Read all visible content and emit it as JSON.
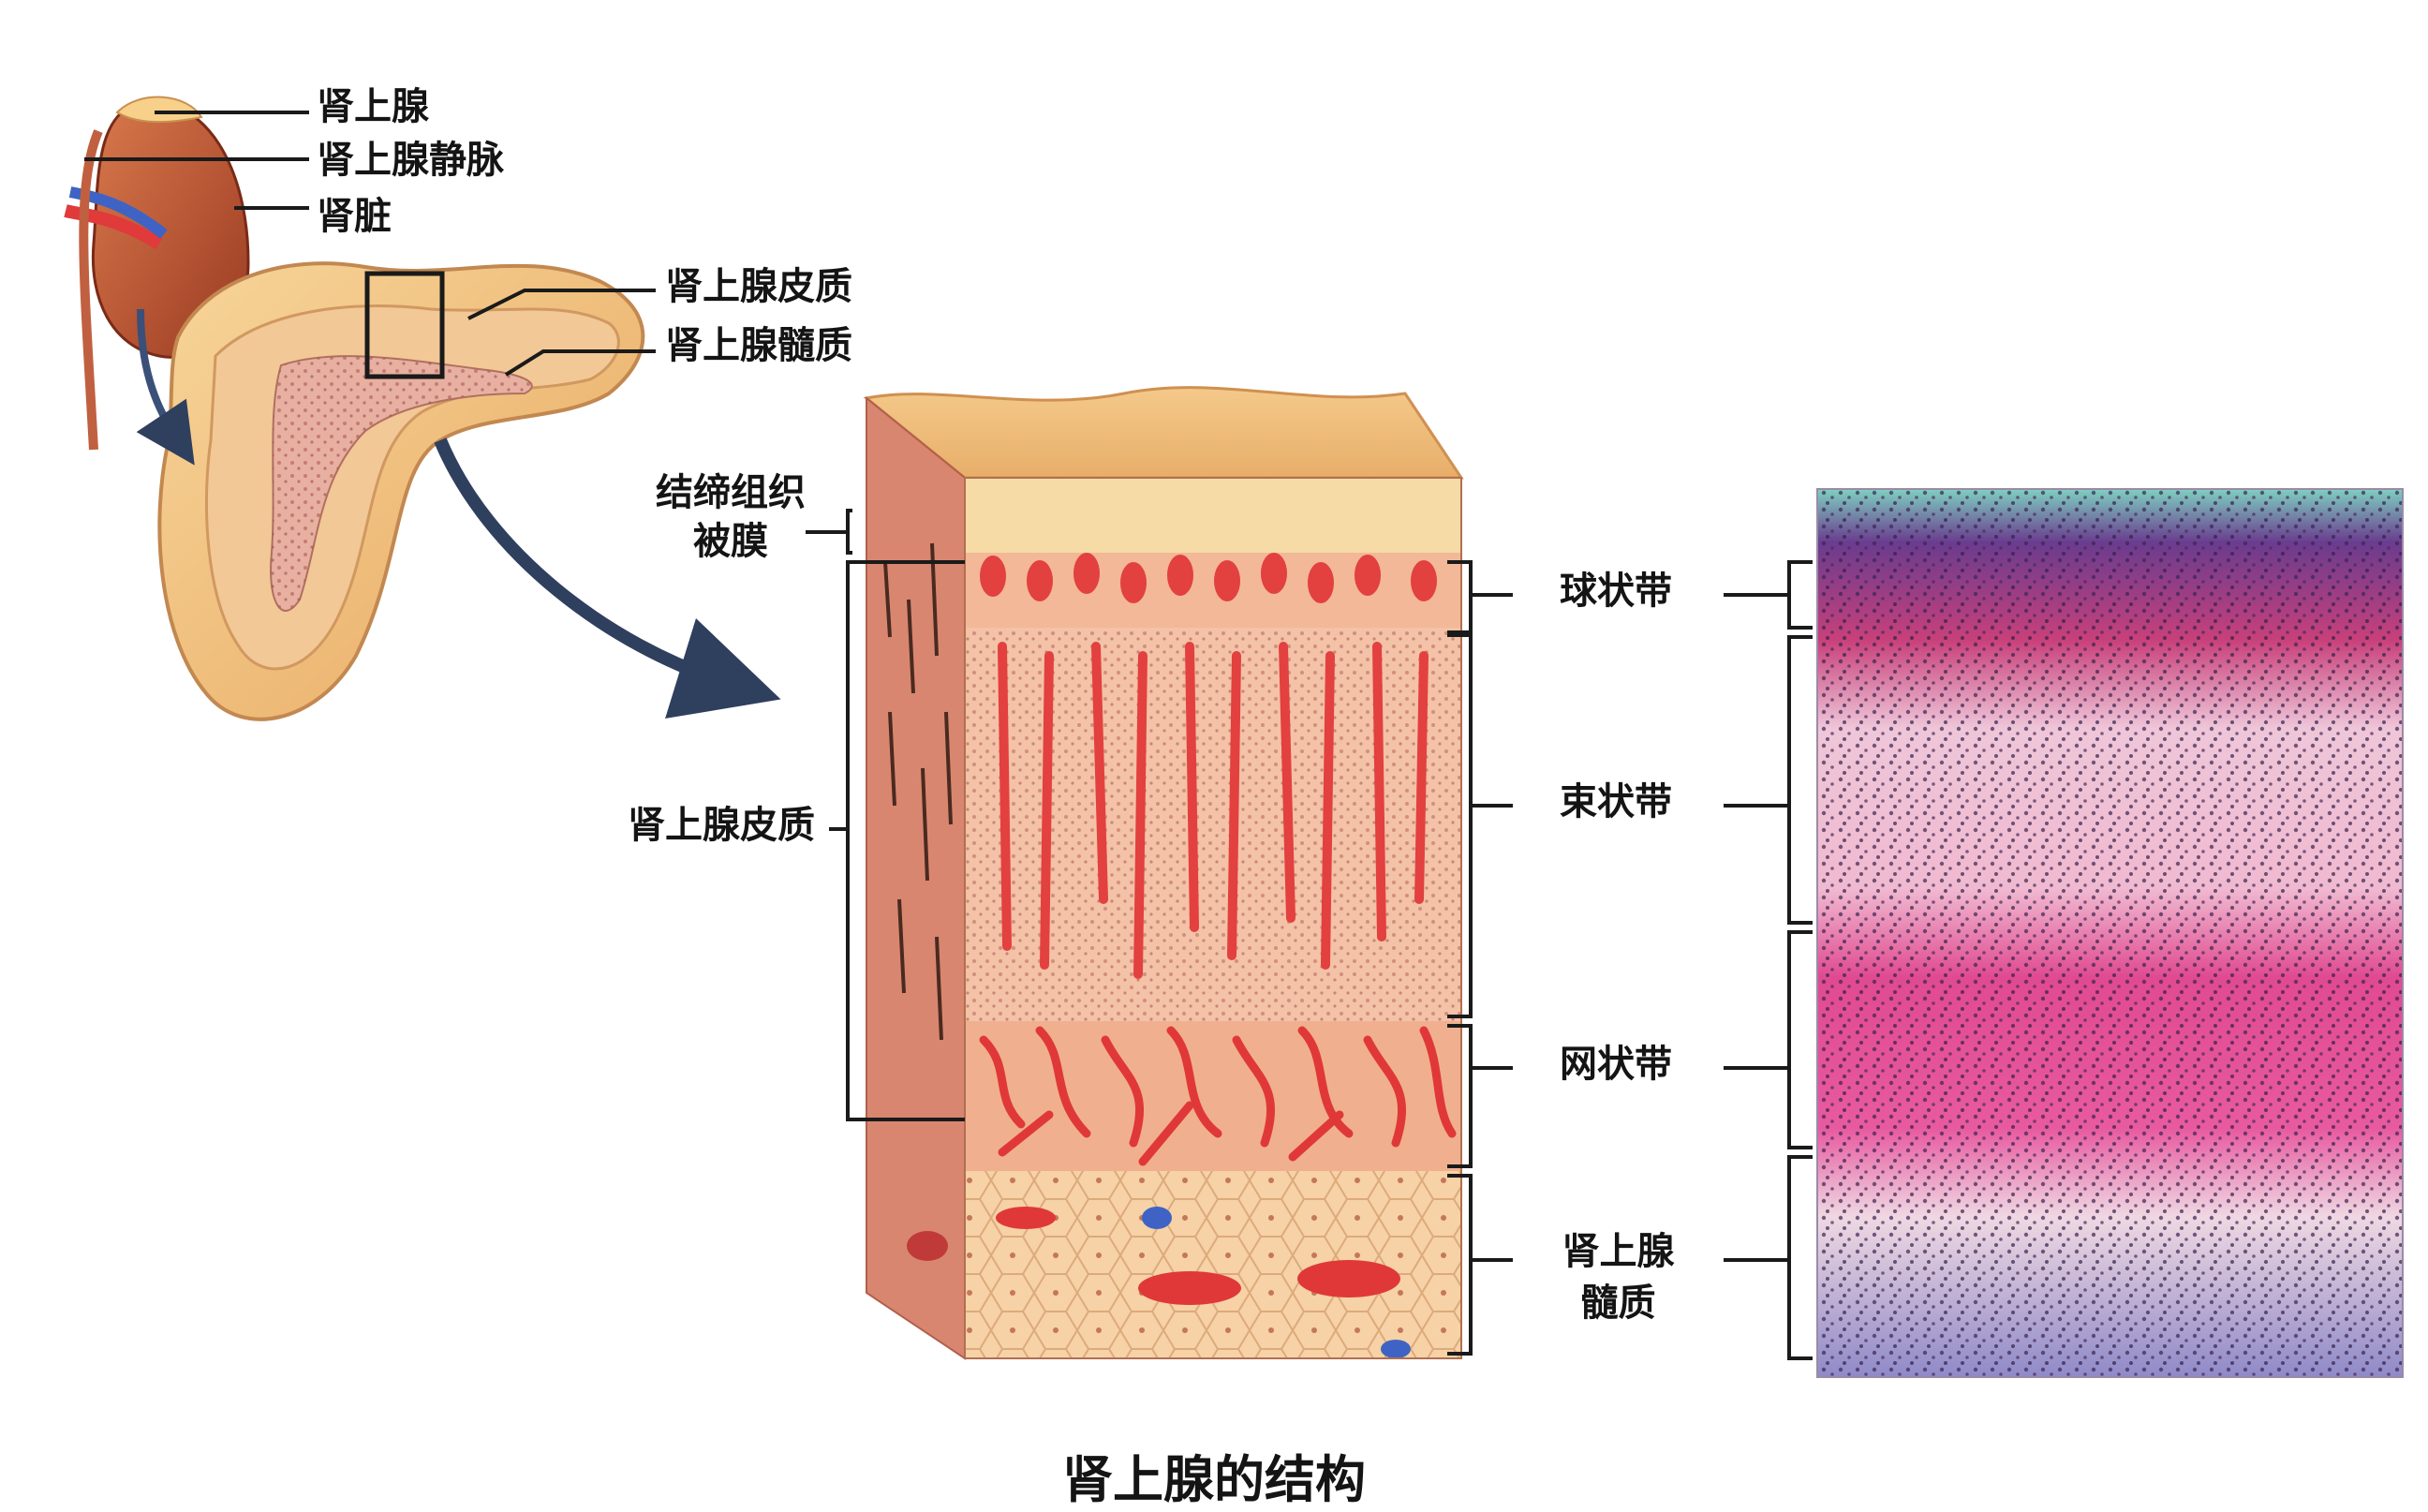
{
  "labels": {
    "adrenal_gland": "肾上腺",
    "adrenal_vein": "肾上腺静脉",
    "kidney": "肾脏",
    "adrenal_cortex_top": "肾上腺皮质",
    "adrenal_medulla_top": "肾上腺髓质",
    "capsule_line1": "结缔组织",
    "capsule_line2": "被膜",
    "adrenal_cortex_side": "肾上腺皮质",
    "zona_glomerulosa": "球状带",
    "zona_fasciculata": "束状带",
    "zona_reticularis": "网状带",
    "medulla_line1": "肾上腺",
    "medulla_line2": "髓质"
  },
  "caption": "肾上腺的结构",
  "colors": {
    "gland_yellow": "#f0c27a",
    "kidney_red": "#c85a35",
    "vessel_red": "#e03a3a",
    "vessel_blue": "#3f63c4",
    "tissue_pink": "#f2b39c",
    "stain_magenta": "#d94a8c",
    "stain_teal": "#6fc9b8",
    "stain_purple": "#6a3c8f",
    "arrow_navy": "#2f3f5e"
  }
}
